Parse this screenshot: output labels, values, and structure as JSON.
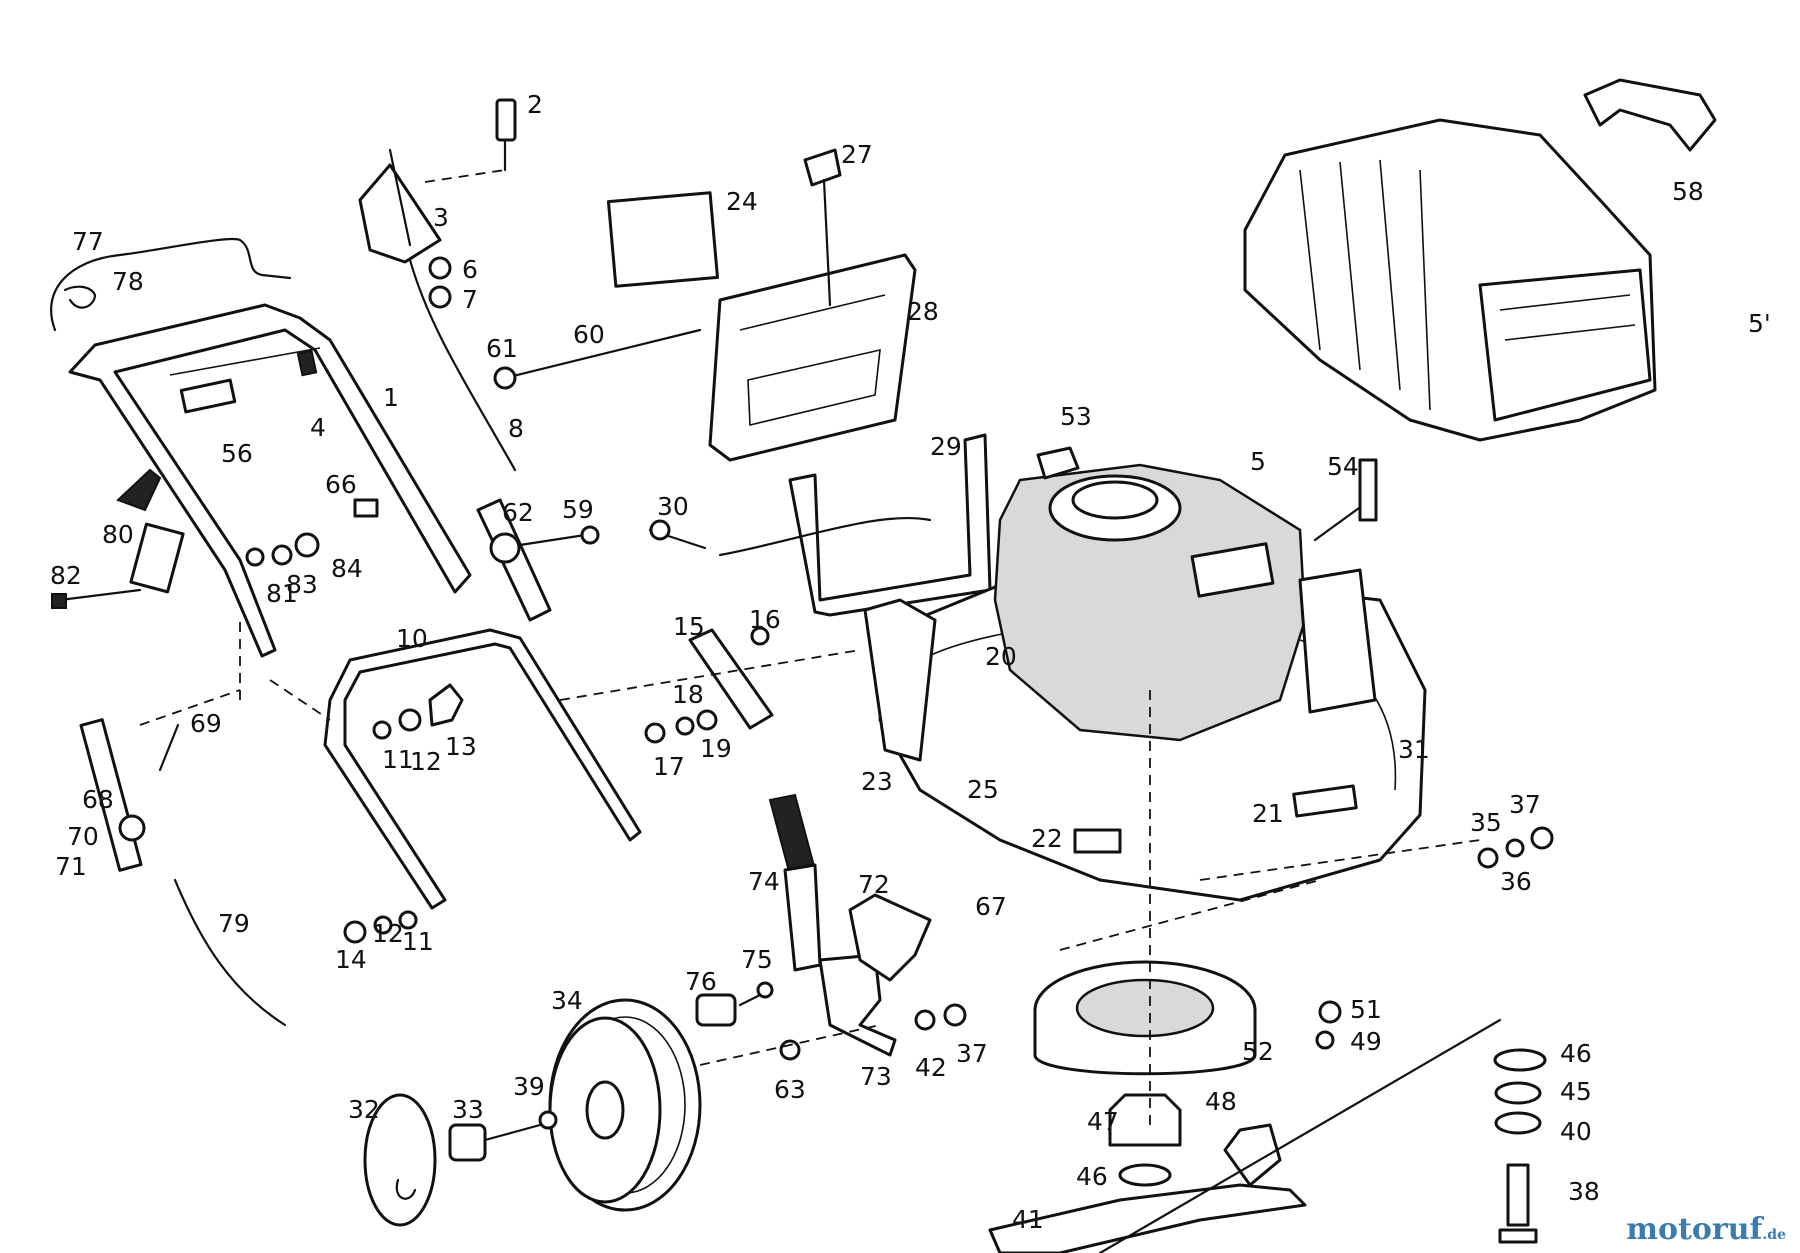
{
  "diagram": {
    "watermark": {
      "brand": "motoruf",
      "suffix": ".de"
    },
    "labels": [
      "1",
      "2",
      "3",
      "4",
      "5",
      "5'",
      "6",
      "7",
      "8",
      "10",
      "11",
      "11",
      "12",
      "12",
      "13",
      "14",
      "15",
      "16",
      "17",
      "18",
      "19",
      "20",
      "21",
      "22",
      "23",
      "24",
      "25",
      "27",
      "28",
      "29",
      "30",
      "31",
      "32",
      "33",
      "34",
      "35",
      "36",
      "37",
      "37",
      "38",
      "39",
      "40",
      "41",
      "42",
      "45",
      "46",
      "46",
      "47",
      "48",
      "49",
      "51",
      "52",
      "53",
      "54",
      "56",
      "58",
      "59",
      "60",
      "61",
      "62",
      "63",
      "66",
      "67",
      "68",
      "69",
      "70",
      "71",
      "72",
      "73",
      "74",
      "75",
      "76",
      "77",
      "78",
      "79",
      "80",
      "81",
      "82",
      "83",
      "84"
    ]
  }
}
